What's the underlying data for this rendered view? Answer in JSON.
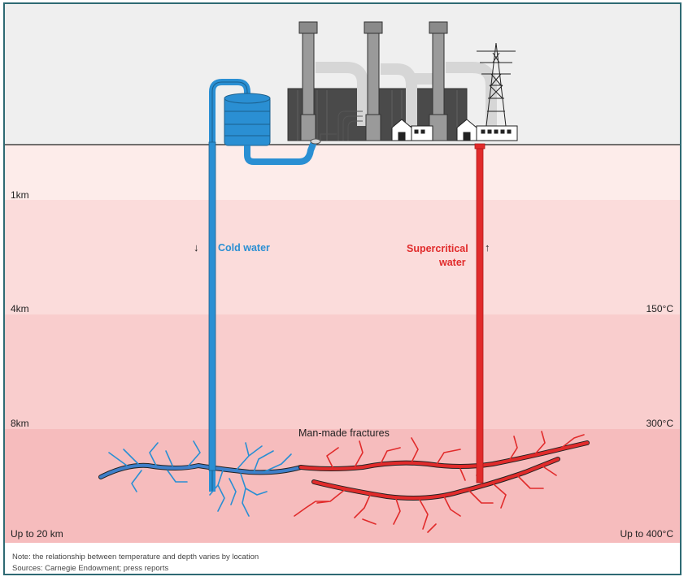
{
  "depths": [
    "1km",
    "4km",
    "8km",
    "Up to 20 km"
  ],
  "temperatures": [
    "150°C",
    "300°C",
    "Up to 400°C"
  ],
  "labels": {
    "cold_water": "Cold water",
    "supercritical_line1": "Supercritical",
    "supercritical_line2": "water",
    "fractures": "Man-made fractures",
    "arrow_down": "↓",
    "arrow_up": "↑"
  },
  "footer": {
    "note": "Note: the relationship between temperature and depth varies by location",
    "sources": "Sources: Carnegie Endowment; press reports"
  },
  "colors": {
    "sky": "#efefef",
    "layer1": "#fdecea",
    "layer2": "#fbdcdb",
    "layer3": "#f9cdcd",
    "layer4": "#f6bcbd",
    "cold": "#2a8fd3",
    "hot": "#e12b2b",
    "frame": "#2e6a73"
  }
}
